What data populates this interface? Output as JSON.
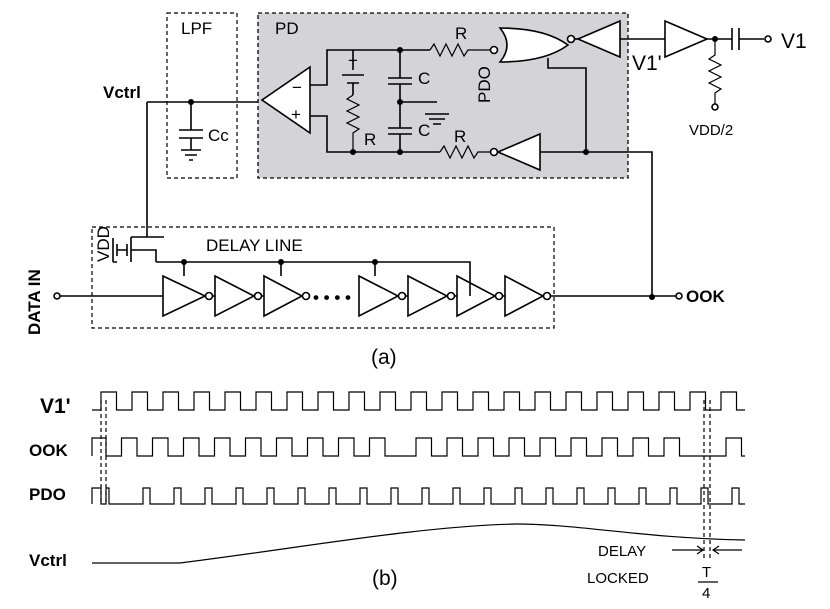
{
  "circuit": {
    "lpf_label": "LPF",
    "pd_label": "PD",
    "delay_line_label": "DELAY LINE",
    "vctrl_label": "Vctrl",
    "data_in_label": "DATA IN",
    "vdd_label": "VDD",
    "ook_label": "OOK",
    "v1_label": "V1",
    "v1p_label": "V1'",
    "vdd2_label": "VDD/2",
    "pdo_label": "PDO",
    "cc_label": "Cc",
    "r_label": "R",
    "c_label": "C",
    "minus": "−",
    "plus": "+",
    "ellipsis": "• • • •",
    "caption": "(a)"
  },
  "timing": {
    "sig_v1p": "V1'",
    "sig_ook": "OOK",
    "sig_pdo": "PDO",
    "sig_vctrl": "Vctrl",
    "delay_label": "DELAY",
    "locked_label": "LOCKED",
    "t_num": "T",
    "t_den": "4",
    "caption": "(b)"
  },
  "colors": {
    "pd_fill": "#d4d4d8",
    "line": "#000000",
    "background": "#ffffff"
  }
}
